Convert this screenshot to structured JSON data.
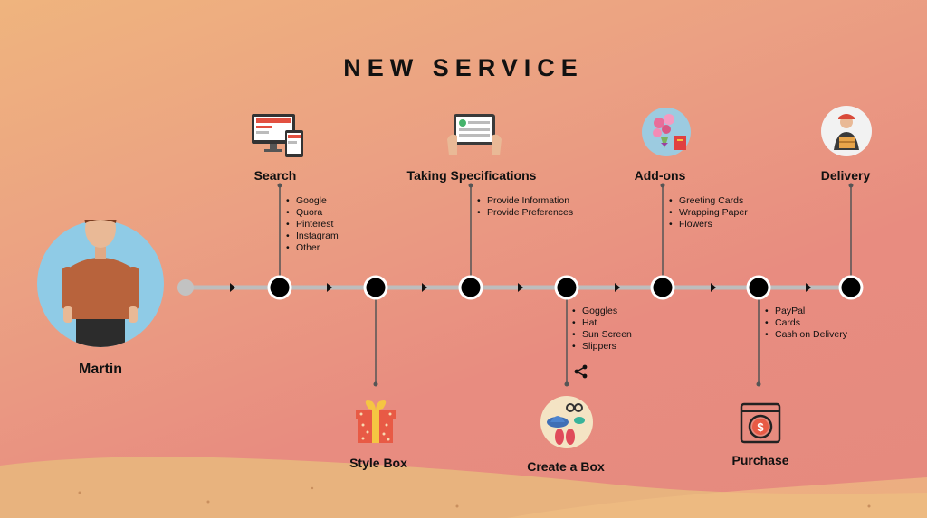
{
  "title": "NEW SERVICE",
  "person": {
    "name": "Martin"
  },
  "stages": [
    {
      "label": "Search",
      "items": [
        "Google",
        "Quora",
        "Pinterest",
        "Instagram",
        "Other"
      ]
    },
    {
      "label": "Style Box",
      "items": []
    },
    {
      "label": "Taking Specifications",
      "items": [
        "Provide Information",
        "Provide Preferences"
      ]
    },
    {
      "label": "Create a Box",
      "items": [
        "Goggles",
        "Hat",
        "Sun Screen",
        "Slippers"
      ]
    },
    {
      "label": "Add-ons",
      "items": [
        "Greeting Cards",
        "Wrapping Paper",
        "Flowers"
      ]
    },
    {
      "label": "Purchase",
      "items": [
        "PayPal",
        "Cards",
        "Cash on Delivery"
      ]
    },
    {
      "label": "Delivery",
      "items": []
    }
  ],
  "colors": {
    "timeline": "#bdbdbd",
    "node": "#000000",
    "connector": "#555555",
    "sand": "#e8b37e",
    "avatar_bg": "#8fcbe6"
  }
}
